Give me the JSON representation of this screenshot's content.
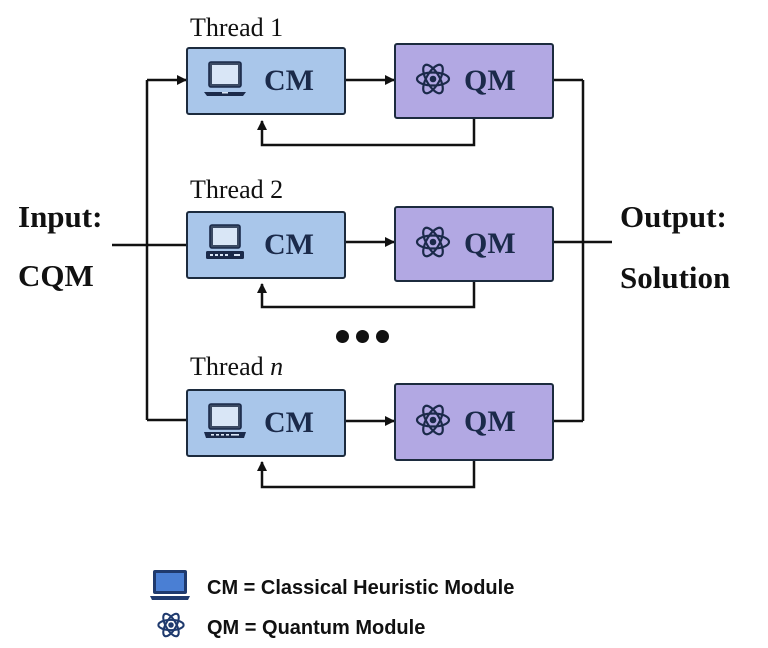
{
  "input": {
    "line1": "Input:",
    "line2": "CQM"
  },
  "output": {
    "line1": "Output:",
    "line2": "Solution"
  },
  "threads": [
    {
      "title": "Thread 1",
      "title_suffix": "",
      "cm_label": "CM",
      "qm_label": "QM"
    },
    {
      "title": "Thread 2",
      "title_suffix": "",
      "cm_label": "CM",
      "qm_label": "QM"
    },
    {
      "title": "Thread ",
      "title_suffix": "n",
      "cm_label": "CM",
      "qm_label": "QM"
    }
  ],
  "legend": [
    {
      "icon": "laptop-icon",
      "text": "CM = Classical Heuristic Module"
    },
    {
      "icon": "atom-icon",
      "text": "QM = Quantum Module"
    }
  ],
  "colors": {
    "cm_fill": "#a9c6ea",
    "qm_fill": "#b2a8e3",
    "border": "#1c2b3e",
    "label": "#1b2a4a"
  }
}
